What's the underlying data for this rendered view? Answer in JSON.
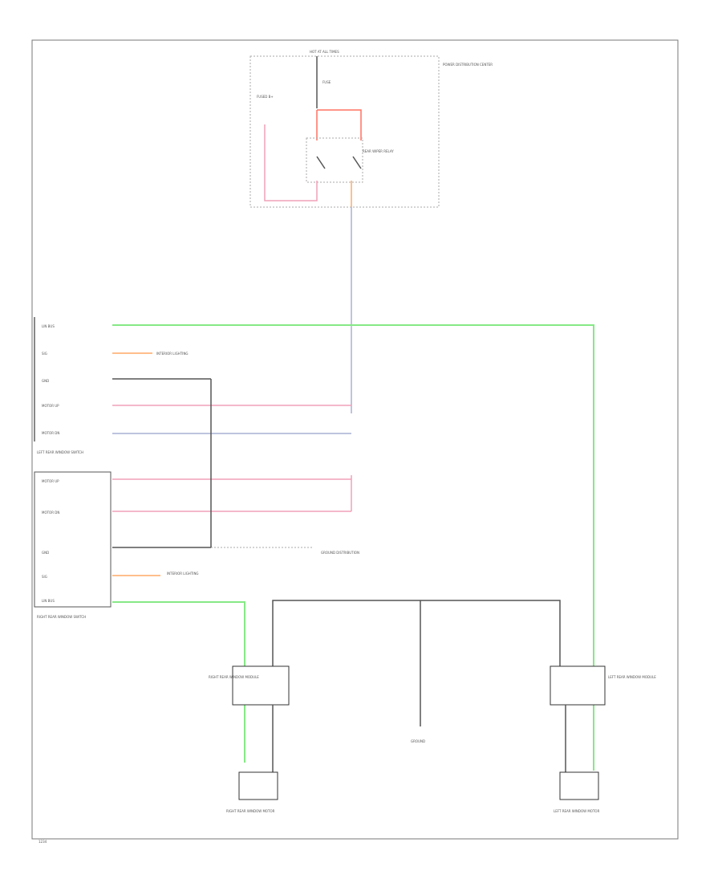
{
  "labels": {
    "fuse_block": "POWER DISTRIBUTION CENTER",
    "hot_at_all_times": "HOT AT ALL TIMES",
    "fuse": "FUSE",
    "fused_b_plus": "FUSED B+",
    "rear_wiper_relay": "REAR WIPER RELAY",
    "left_window_switch": "LEFT REAR WINDOW SWITCH",
    "right_window_switch": "RIGHT REAR WINDOW SWITCH",
    "left_rear_motor": "LEFT REAR WINDOW MOTOR",
    "right_rear_motor": "RIGHT REAR WINDOW MOTOR",
    "left_module": "LEFT REAR WINDOW MODULE",
    "right_module": "RIGHT REAR WINDOW MODULE",
    "ground": "GROUND",
    "ground_dist": "GROUND DISTRIBUTION",
    "interior_lighting": "INTERIOR LIGHTING",
    "footer_code": "1234"
  },
  "pins": {
    "left": [
      "LIN BUS",
      "SIG",
      "GND",
      "MOTOR UP",
      "MOTOR DN"
    ],
    "right": [
      "MOTOR UP",
      "MOTOR DN",
      "GND",
      "SIG",
      "LIN BUS"
    ]
  },
  "colors": {
    "green_wire": "#86e886",
    "pink_wire": "#f0a0b8",
    "blue_wire": "#a8b0d4",
    "black_wire": "#555555",
    "red_wire": "#ff7060",
    "orange_wire": "#ffaa66"
  }
}
